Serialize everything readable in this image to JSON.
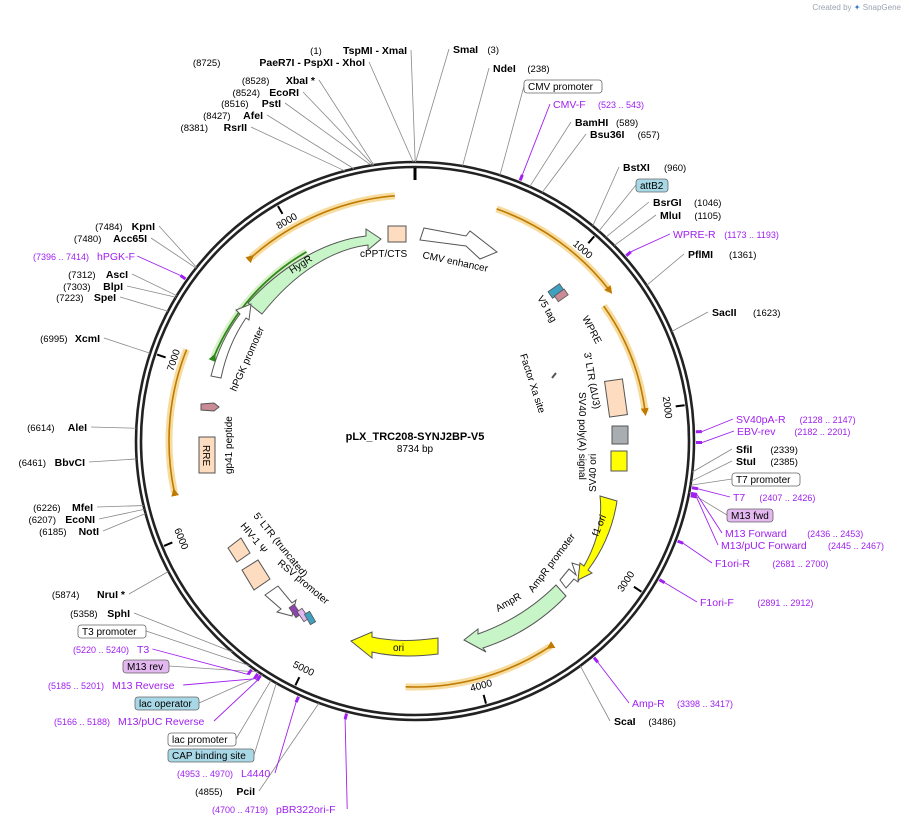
{
  "watermark": {
    "created_by": "Created by",
    "brand": "SnapGene"
  },
  "plasmid": {
    "name": "pLX_TRC208-SYNJ2BP-V5",
    "length_label": "8734 bp",
    "length": 8734
  },
  "ticks": [
    {
      "bp": 1000,
      "label": "1000"
    },
    {
      "bp": 2000,
      "label": "2000"
    },
    {
      "bp": 3000,
      "label": "3000"
    },
    {
      "bp": 4000,
      "label": "4000"
    },
    {
      "bp": 5000,
      "label": "5000"
    },
    {
      "bp": 6000,
      "label": "6000"
    },
    {
      "bp": 7000,
      "label": "7000"
    },
    {
      "bp": 8000,
      "label": "8000"
    }
  ],
  "sites": [
    {
      "name": "SmaI",
      "pos": "(3)",
      "bp": 3,
      "side": "R"
    },
    {
      "name": "NdeI",
      "pos": "(238)",
      "bp": 238,
      "side": "R"
    },
    {
      "name": "BamHI",
      "pos": "(589)",
      "bp": 589,
      "side": "R"
    },
    {
      "name": "Bsu36I",
      "pos": "(657)",
      "bp": 657,
      "side": "R"
    },
    {
      "name": "BstXI",
      "pos": "(960)",
      "bp": 960,
      "side": "R"
    },
    {
      "name": "BsrGI",
      "pos": "(1046)",
      "bp": 1046,
      "side": "R"
    },
    {
      "name": "MluI",
      "pos": "(1105)",
      "bp": 1105,
      "side": "R"
    },
    {
      "name": "PflMI",
      "pos": "(1361)",
      "bp": 1361,
      "side": "R"
    },
    {
      "name": "SacII",
      "pos": "(1623)",
      "bp": 1623,
      "side": "R"
    },
    {
      "name": "SfiI",
      "pos": "(2339)",
      "bp": 2339,
      "side": "R"
    },
    {
      "name": "StuI",
      "pos": "(2385)",
      "bp": 2385,
      "side": "R"
    },
    {
      "name": "ScaI",
      "pos": "(3486)",
      "bp": 3486,
      "side": "R"
    },
    {
      "name": "PciI",
      "pos": "(4855)",
      "bp": 4855,
      "side": "L"
    },
    {
      "name": "SphI",
      "pos": "(5358)",
      "bp": 5358,
      "side": "L"
    },
    {
      "name": "NruI *",
      "pos": "(5874)",
      "bp": 5874,
      "side": "L"
    },
    {
      "name": "NotI",
      "pos": "(6185)",
      "bp": 6185,
      "side": "L"
    },
    {
      "name": "EcoNI",
      "pos": "(6207)",
      "bp": 6207,
      "side": "L"
    },
    {
      "name": "MfeI",
      "pos": "(6226)",
      "bp": 6226,
      "side": "L"
    },
    {
      "name": "BbvCI",
      "pos": "(6461)",
      "bp": 6461,
      "side": "L"
    },
    {
      "name": "AleI",
      "pos": "(6614)",
      "bp": 6614,
      "side": "L"
    },
    {
      "name": "XcmI",
      "pos": "(6995)",
      "bp": 6995,
      "side": "L"
    },
    {
      "name": "SpeI",
      "pos": "(7223)",
      "bp": 7223,
      "side": "L"
    },
    {
      "name": "BlpI",
      "pos": "(7303)",
      "bp": 7303,
      "side": "L"
    },
    {
      "name": "AscI",
      "pos": "(7312)",
      "bp": 7312,
      "side": "L"
    },
    {
      "name": "Acc65I",
      "pos": "(7480)",
      "bp": 7480,
      "side": "L"
    },
    {
      "name": "KpnI",
      "pos": "(7484)",
      "bp": 7484,
      "side": "L"
    },
    {
      "name": "RsrII",
      "pos": "(8381)",
      "bp": 8381,
      "side": "L"
    },
    {
      "name": "AfeI",
      "pos": "(8427)",
      "bp": 8427,
      "side": "L"
    },
    {
      "name": "PstI",
      "pos": "(8516)",
      "bp": 8516,
      "side": "L"
    },
    {
      "name": "EcoRI",
      "pos": "(8524)",
      "bp": 8524,
      "side": "L"
    },
    {
      "name": "XbaI *",
      "pos": "(8528)",
      "bp": 8528,
      "side": "L"
    },
    {
      "name": "PaeR7I - PspXI - XhoI",
      "pos": "(8725)",
      "bp": 8725,
      "side": "L"
    },
    {
      "name": "TspMI - XmaI",
      "pos": "(1)",
      "bp": 1,
      "side": "L"
    }
  ],
  "primers": [
    {
      "name": "CMV-F",
      "range": "(523 .. 543)",
      "bp": 533
    },
    {
      "name": "WPRE-R",
      "range": "(1173 .. 1193)",
      "bp": 1183
    },
    {
      "name": "SV40pA-R",
      "range": "(2128 .. 2147)",
      "bp": 2138
    },
    {
      "name": "EBV-rev",
      "range": "(2182 .. 2201)",
      "bp": 2191
    },
    {
      "name": "T7",
      "range": "(2407 .. 2426)",
      "bp": 2416
    },
    {
      "name": "M13 Forward",
      "range": "(2436 .. 2453)",
      "bp": 2444
    },
    {
      "name": "M13/pUC Forward",
      "range": "(2445 .. 2467)",
      "bp": 2456
    },
    {
      "name": "F1ori-R",
      "range": "(2681 .. 2700)",
      "bp": 2690
    },
    {
      "name": "F1ori-F",
      "range": "(2891 .. 2912)",
      "bp": 2901
    },
    {
      "name": "Amp-R",
      "range": "(3398 .. 3417)",
      "bp": 3407
    },
    {
      "name": "pBR322ori-F",
      "range": "(4700 .. 4719)",
      "bp": 4709
    },
    {
      "name": "L4440",
      "range": "(4953 .. 4970)",
      "bp": 4961
    },
    {
      "name": "M13/pUC Reverse",
      "range": "(5166 .. 5188)",
      "bp": 5177
    },
    {
      "name": "M13 Reverse",
      "range": "(5185 .. 5201)",
      "bp": 5193
    },
    {
      "name": "T3",
      "range": "(5220 .. 5240)",
      "bp": 5230
    },
    {
      "name": "hPGK-F",
      "range": "(7396 .. 7414)",
      "bp": 7405
    }
  ],
  "boxed_labels": [
    {
      "name": "CMV promoter",
      "color": "#ffffff"
    },
    {
      "name": "attB2",
      "color": "#a8d8e6"
    },
    {
      "name": "T7 promoter",
      "color": "#ffffff"
    },
    {
      "name": "M13 fwd",
      "color": "#e3b7ef"
    },
    {
      "name": "T3 promoter",
      "color": "#ffffff"
    },
    {
      "name": "M13 rev",
      "color": "#e3b7ef"
    },
    {
      "name": "lac operator",
      "color": "#a8d8e6"
    },
    {
      "name": "lac promoter",
      "color": "#ffffff"
    },
    {
      "name": "CAP binding site",
      "color": "#a8d8e6"
    }
  ],
  "features": [
    {
      "name": "CMV enhancer"
    },
    {
      "name": "cPPT/CTS"
    },
    {
      "name": "HygR"
    },
    {
      "name": "hPGK promoter"
    },
    {
      "name": "gp41 peptide"
    },
    {
      "name": "RRE"
    },
    {
      "name": "5' LTR (truncated)"
    },
    {
      "name": "HIV-1 Ψ"
    },
    {
      "name": "RSV promoter"
    },
    {
      "name": "ori"
    },
    {
      "name": "AmpR"
    },
    {
      "name": "AmpR promoter"
    },
    {
      "name": "f1 ori"
    },
    {
      "name": "SV40 ori"
    },
    {
      "name": "SV40 poly(A) signal"
    },
    {
      "name": "3' LTR (ΔU3)"
    },
    {
      "name": "WPRE"
    },
    {
      "name": "V5 tag"
    },
    {
      "name": "Factor Xa site"
    }
  ],
  "colors": {
    "backbone": "#222222",
    "orf_arrow": "#c07a00",
    "orf_glow": "#f7dca0",
    "primer": "#a020f0",
    "hygr": "#c8f5c8",
    "ori": "#ffff00",
    "ltr": "#fddcbf"
  }
}
